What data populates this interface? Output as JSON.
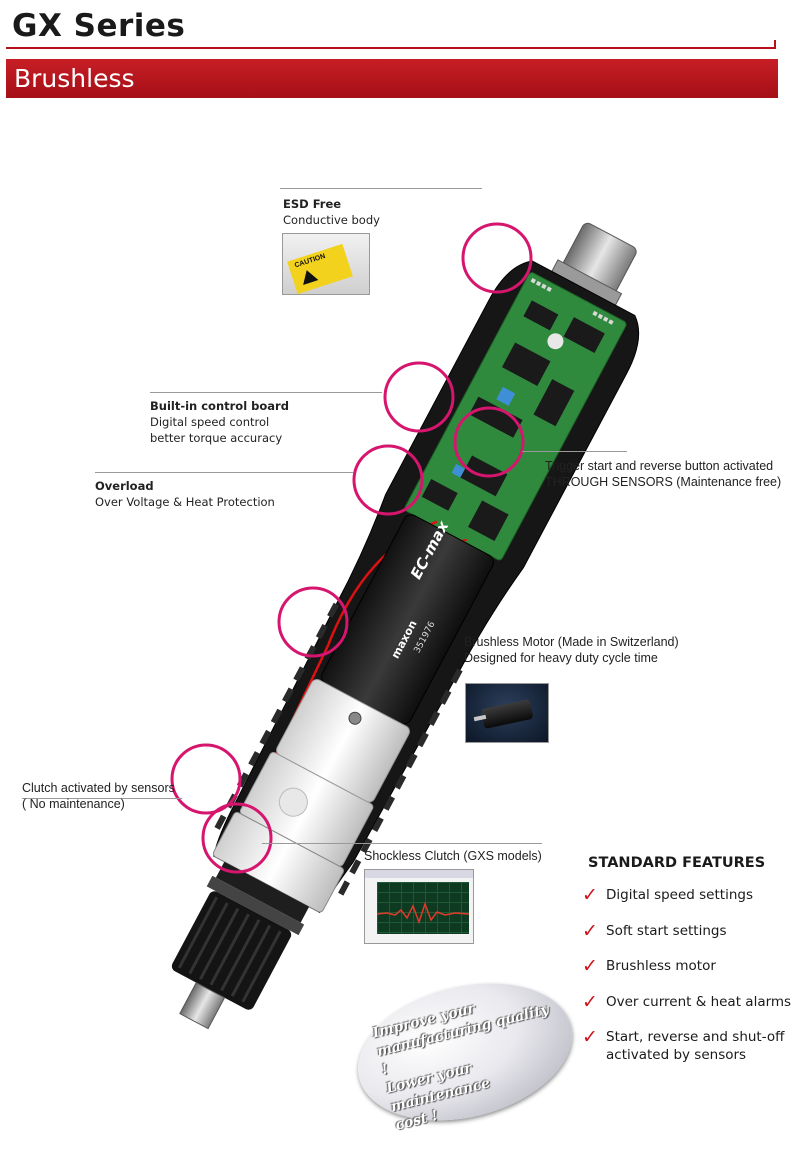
{
  "header": {
    "title": "GX Series",
    "subtitle": "Brushless"
  },
  "callouts": {
    "esd": {
      "title": "ESD Free",
      "desc": "Conductive body"
    },
    "control_board": {
      "title": "Built-in control board",
      "line1": "Digital speed control",
      "line2": "better torque accuracy"
    },
    "overload": {
      "title": "Overload",
      "desc": "Over Voltage & Heat Protection"
    },
    "trigger": {
      "line1": "Trigger start and reverse button activated",
      "line2": "THROUGH SENSORS (Maintenance free)"
    },
    "motor": {
      "line1": "Brushless Motor (Made in Switzerland)",
      "line2": "Designed for heavy duty cycle time"
    },
    "clutch": {
      "line1": "Clutch activated by sensors",
      "line2": "( No maintenance)"
    },
    "shockless": {
      "label": "Shockless Clutch (GXS models)"
    }
  },
  "product_markings": {
    "caution_label": "CAUTION",
    "motor_brand": "maxon",
    "motor_model": "EC-max",
    "motor_number": "351976"
  },
  "features": {
    "title": "STANDARD FEATURES",
    "items": [
      "Digital speed settings",
      "Soft start settings",
      "Brushless motor",
      "Over current & heat alarms",
      "Start, reverse and shut-off activated by sensors"
    ]
  },
  "promo": {
    "line1": "Improve your",
    "line2": "manufacturing quality !",
    "line3": "Lower your maintenance",
    "line4": "cost !"
  },
  "colors": {
    "brand_red": "#c81e26",
    "highlight_magenta": "#d6156e",
    "check_red": "#d0121b",
    "pcb_green": "#2f8a3d",
    "tool_black": "#141414"
  }
}
